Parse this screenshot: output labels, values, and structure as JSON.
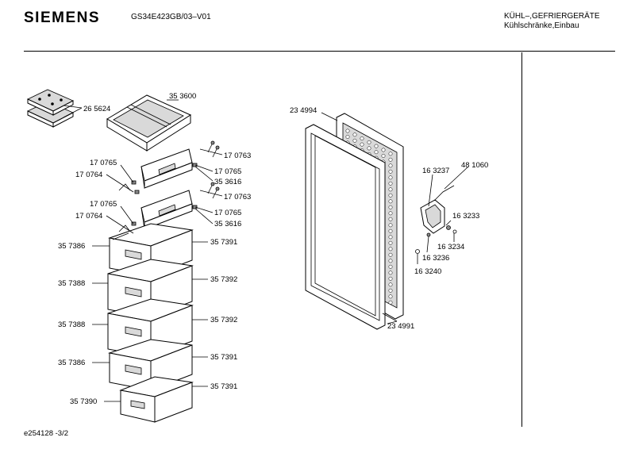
{
  "header": {
    "brand": "SIEMENS",
    "model": "GS34E423GB/03–V01",
    "category_line1": "KÜHL–,GEFRIERGERÄTE",
    "category_line2": "Kühlschränke,Einbau"
  },
  "footer": {
    "drawing_id": "e254128 -3/2"
  },
  "parts": [
    {
      "id": "lbl-265624",
      "text": "26 5624"
    },
    {
      "id": "lbl-353600",
      "text": "35 3600"
    },
    {
      "id": "lbl-170763a",
      "text": "17 0763"
    },
    {
      "id": "lbl-170765a",
      "text": "17 0765"
    },
    {
      "id": "lbl-170765b",
      "text": "17 0765"
    },
    {
      "id": "lbl-170764a",
      "text": "17 0764"
    },
    {
      "id": "lbl-353616a",
      "text": "35 3616"
    },
    {
      "id": "lbl-170763b",
      "text": "17 0763"
    },
    {
      "id": "lbl-170765c",
      "text": "17 0765"
    },
    {
      "id": "lbl-170765d",
      "text": "17 0765"
    },
    {
      "id": "lbl-170764b",
      "text": "17 0764"
    },
    {
      "id": "lbl-353616b",
      "text": "35 3616"
    },
    {
      "id": "lbl-357386a",
      "text": "35 7386"
    },
    {
      "id": "lbl-357391a",
      "text": "35 7391"
    },
    {
      "id": "lbl-357388a",
      "text": "35 7388"
    },
    {
      "id": "lbl-357392a",
      "text": "35 7392"
    },
    {
      "id": "lbl-357388b",
      "text": "35 7388"
    },
    {
      "id": "lbl-357392b",
      "text": "35 7392"
    },
    {
      "id": "lbl-357386b",
      "text": "35 7386"
    },
    {
      "id": "lbl-357391b",
      "text": "35 7391"
    },
    {
      "id": "lbl-357390",
      "text": "35 7390"
    },
    {
      "id": "lbl-357391c",
      "text": "35 7391"
    },
    {
      "id": "lbl-234994",
      "text": "23 4994"
    },
    {
      "id": "lbl-234991",
      "text": "23 4991"
    },
    {
      "id": "lbl-163237",
      "text": "16 3237"
    },
    {
      "id": "lbl-481060",
      "text": "48 1060"
    },
    {
      "id": "lbl-163233",
      "text": "16 3233"
    },
    {
      "id": "lbl-163234",
      "text": "16 3234"
    },
    {
      "id": "lbl-163236",
      "text": "16 3236"
    },
    {
      "id": "lbl-163240",
      "text": "16 3240"
    }
  ]
}
